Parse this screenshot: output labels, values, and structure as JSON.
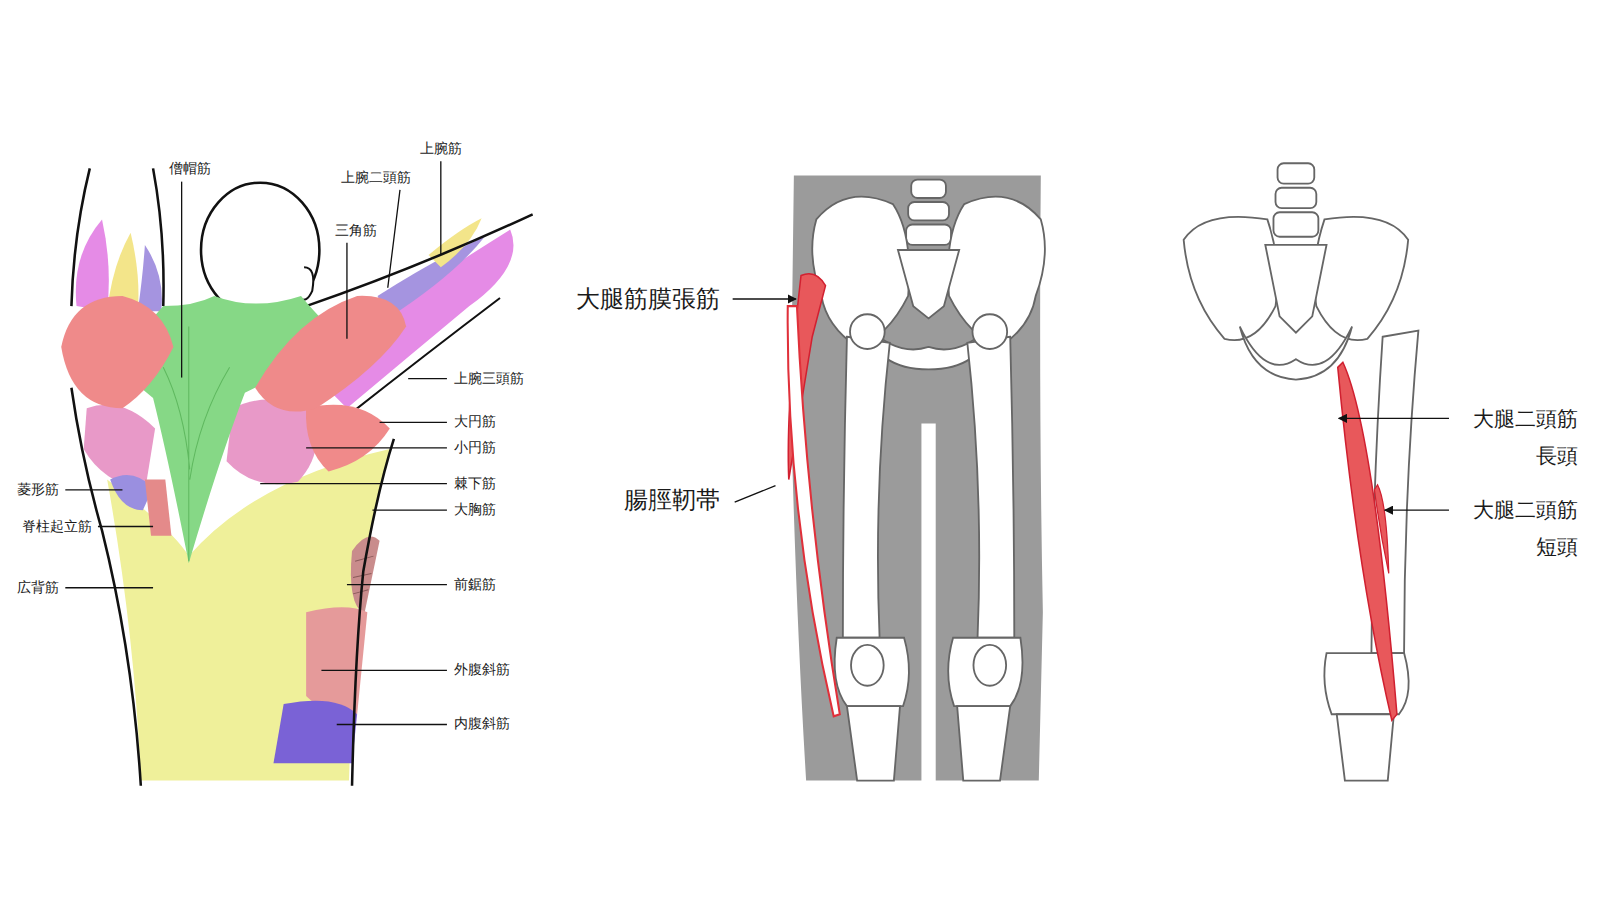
{
  "diagram": {
    "labels": [
      "僧帽筋",
      "上腕二頭筋",
      "上腕筋",
      "三角筋",
      "上腕三頭筋",
      "大円筋",
      "小円筋",
      "棘下筋",
      "大胸筋",
      "菱形筋",
      "脊柱起立筋",
      "前鋸筋",
      "広背筋",
      "外腹斜筋",
      "内腹斜筋",
      "大腿筋膜張筋",
      "腸脛靭帯",
      "大腿二頭筋 長頭",
      "大腿二頭筋 短頭"
    ]
  }
}
